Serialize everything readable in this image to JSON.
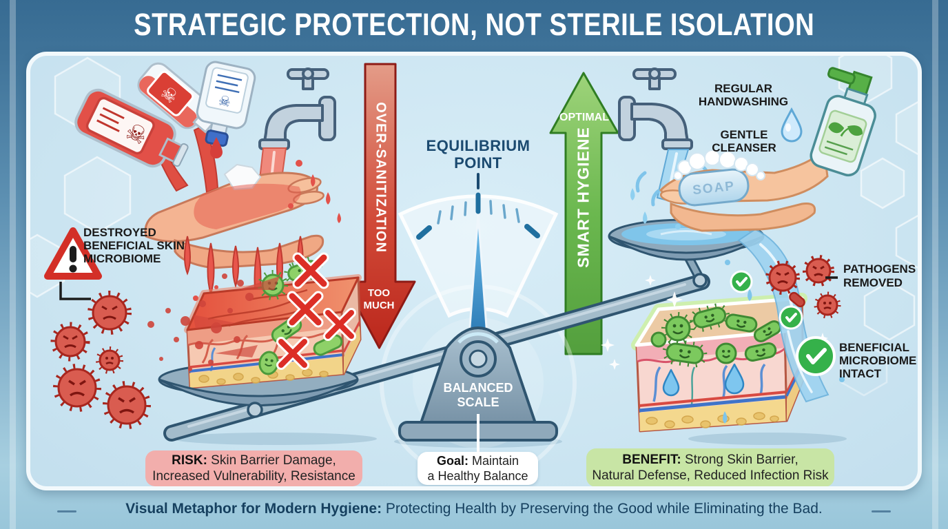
{
  "title": "STRATEGIC PROTECTION, NOT STERILE ISOLATION",
  "left": {
    "warning_label": "DESTROYED\nBENEFICIAL SKIN\nMICROBIOME",
    "risk_box": {
      "label": "RISK:",
      "text": " Skin Barrier Damage,\nIncreased Vulnerability, Resistance"
    }
  },
  "center": {
    "over_arrow_label": "OVER-SANITIZATION",
    "over_arrow_head": "TOO\nMUCH",
    "equilibrium_label": "EQUILIBRIUM\nPOINT",
    "balanced_scale_label": "BALANCED\nSCALE",
    "goal_box": {
      "label": "Goal:",
      "text": " Maintain\na Healthy Balance"
    },
    "smart_arrow_label": "SMART HYGIENE",
    "smart_arrow_head": "OPTIMAL"
  },
  "right": {
    "handwashing_label": "REGULAR\nHANDWASHING",
    "cleanser_label": "GENTLE\nCLEANSER",
    "soap_label": "SOAP",
    "pathogens_label": "PATHOGENS\nREMOVED",
    "microbiome_label": "BENEFICIAL\nMICROBIOME\nINTACT",
    "benefit_box": {
      "label": "BENEFIT:",
      "text": " Strong Skin Barrier,\nNatural Defense, Reduced Infection Risk"
    }
  },
  "footer": {
    "label": "Visual Metaphor for Modern Hygiene:",
    "text": " Protecting Health by Preserving the Good while Eliminating the Bad."
  },
  "icons": {
    "skull": "☠"
  },
  "colors": {
    "accent_red": "#c0271f",
    "accent_green": "#4f9f3b",
    "risk_bg": "#f2aeac",
    "benefit_bg": "#c8e5a5",
    "panel_bg": "#cde6f2",
    "frame_top": "#3d7096",
    "frame_bottom": "#a7cfe0",
    "heading_blue": "#1b4a70"
  }
}
